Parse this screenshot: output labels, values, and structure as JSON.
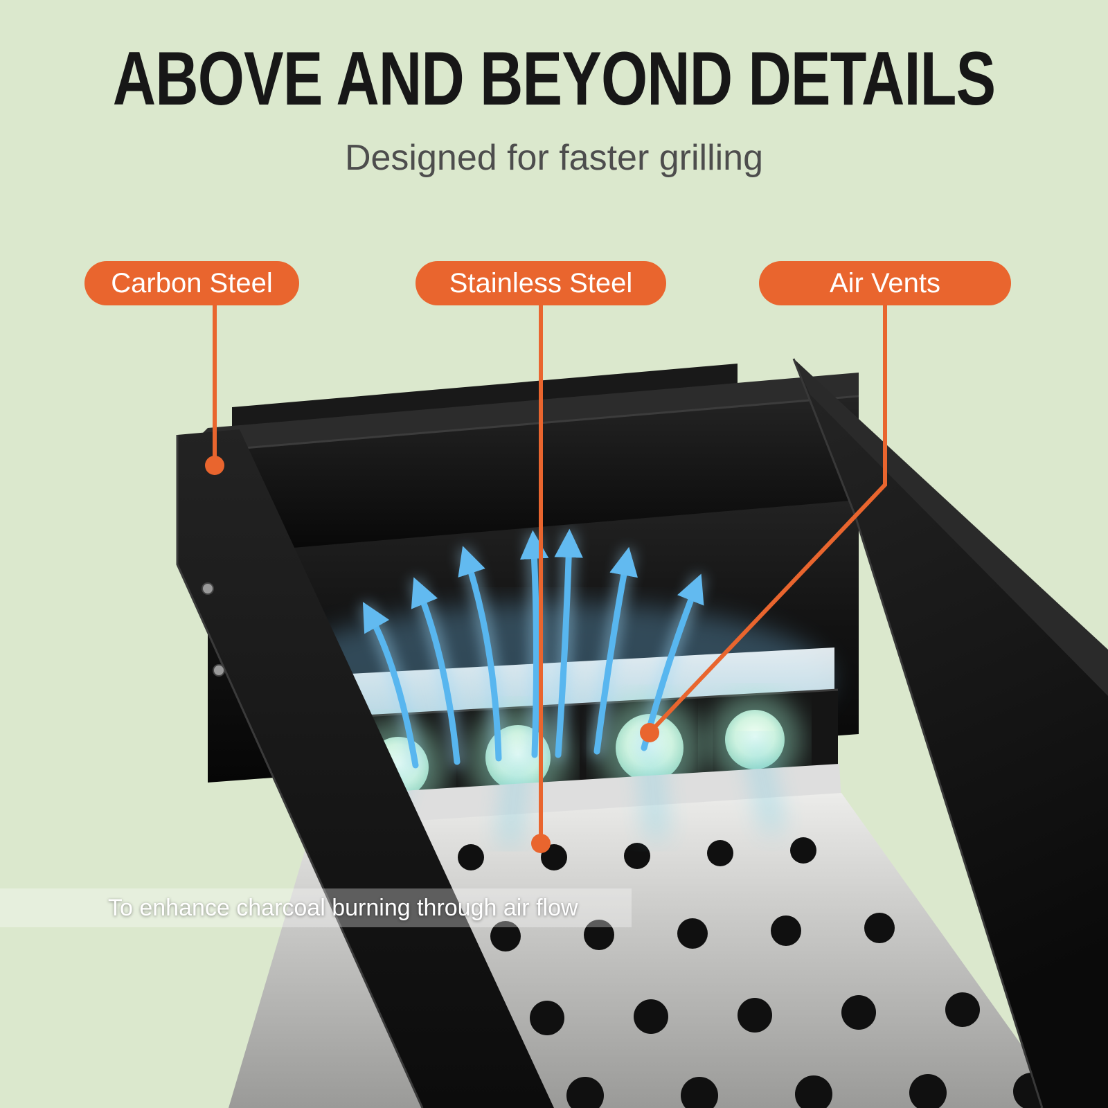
{
  "header": {
    "title": "ABOVE AND BEYOND DETAILS",
    "subtitle": "Designed for faster grilling"
  },
  "callouts": [
    {
      "label": "Carbon Steel"
    },
    {
      "label": "Stainless Steel"
    },
    {
      "label": "Air Vents"
    }
  ],
  "caption": {
    "text": "To enhance charcoal burning through air flow"
  },
  "colors": {
    "background_green": "#dbe8cd",
    "accent_orange": "#e9652e",
    "airflow_blue": "#5ab6ef",
    "vent_glow": "#bdeed8",
    "panel_black": "#141414",
    "steel_silver": "#d8d8d6",
    "title_black": "#171717",
    "subtitle_gray": "#4d4d4d",
    "caption_white": "#ffffff"
  },
  "icons": {
    "airflow_arrow": "curved-up-arrow",
    "callout_marker": "filled-dot"
  }
}
